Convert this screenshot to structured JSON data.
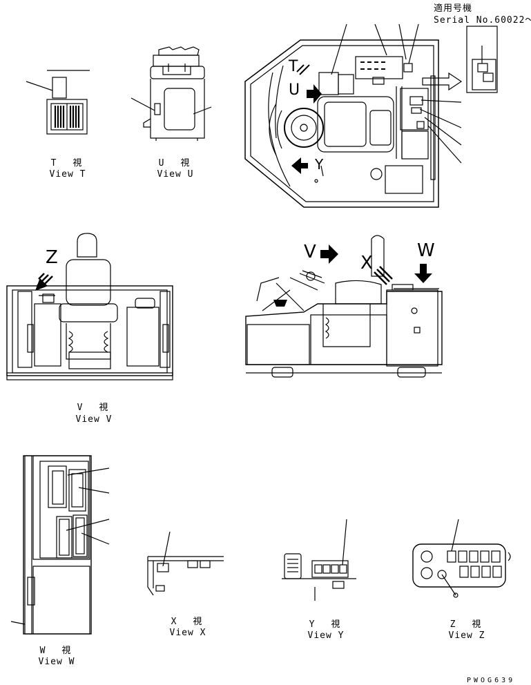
{
  "header": {
    "applicable_jp": "適用号機",
    "serial": "Serial No.60022～"
  },
  "views": {
    "t": {
      "jp": "T 視",
      "en": "View T"
    },
    "u": {
      "jp": "U 視",
      "en": "View U"
    },
    "v": {
      "jp": "V 視",
      "en": "View V"
    },
    "w": {
      "jp": "W 視",
      "en": "View W"
    },
    "x": {
      "jp": "X 視",
      "en": "View X"
    },
    "y": {
      "jp": "Y 視",
      "en": "View Y"
    },
    "z": {
      "jp": "Z 視",
      "en": "View Z"
    }
  },
  "arrow_letters": {
    "t": "T",
    "u": "U",
    "y": "Y",
    "v": "V",
    "w": "W",
    "x": "X",
    "z": "Z"
  },
  "drawing_code": "PWOG639"
}
